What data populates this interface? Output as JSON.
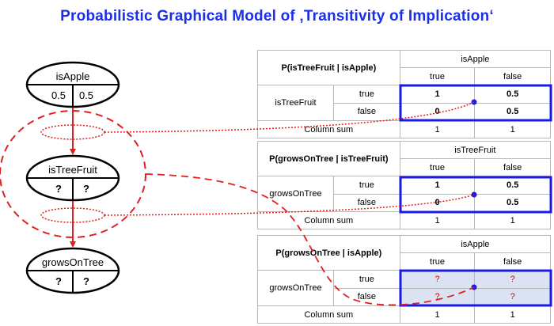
{
  "title": "Probabilistic Graphical Model of ‚Transitivity of Implication‘",
  "nodes": {
    "isApple": {
      "label": "isApple",
      "cells": [
        "0.5",
        "0.5"
      ]
    },
    "isTreeFruit": {
      "label": "isTreeFruit",
      "cells": [
        "?",
        "?"
      ]
    },
    "growsOnTree": {
      "label": "growsOnTree",
      "cells": [
        "?",
        "?"
      ]
    }
  },
  "tables": [
    {
      "name": "P(isTreeFruit | isApple)",
      "parent": "isApple",
      "child": "isTreeFruit",
      "col_true": "true",
      "col_false": "false",
      "row_true": "true",
      "row_false": "false",
      "values": [
        [
          "1",
          "0.5"
        ],
        [
          "0",
          "0.5"
        ]
      ],
      "sum_label": "Column sum",
      "sums": [
        "1",
        "1"
      ]
    },
    {
      "name": "P(growsOnTree | isTreeFruit)",
      "parent": "isTreeFruit",
      "child": "growsOnTree",
      "col_true": "true",
      "col_false": "false",
      "row_true": "true",
      "row_false": "false",
      "values": [
        [
          "1",
          "0.5"
        ],
        [
          "0",
          "0.5"
        ]
      ],
      "sum_label": "Column sum",
      "sums": [
        "1",
        "1"
      ]
    },
    {
      "name": "P(growsOnTree | isApple)",
      "parent": "isApple",
      "child": "growsOnTree",
      "col_true": "true",
      "col_false": "false",
      "row_true": "true",
      "row_false": "false",
      "values": [
        [
          "?",
          "?"
        ],
        [
          "?",
          "?"
        ]
      ],
      "sum_label": "Column sum",
      "sums": [
        "1",
        "1"
      ]
    }
  ],
  "colors": {
    "title": "#1a2fe6",
    "edge": "#e02020",
    "highlight": "#1a1ae6",
    "unknown": "#e00000"
  }
}
